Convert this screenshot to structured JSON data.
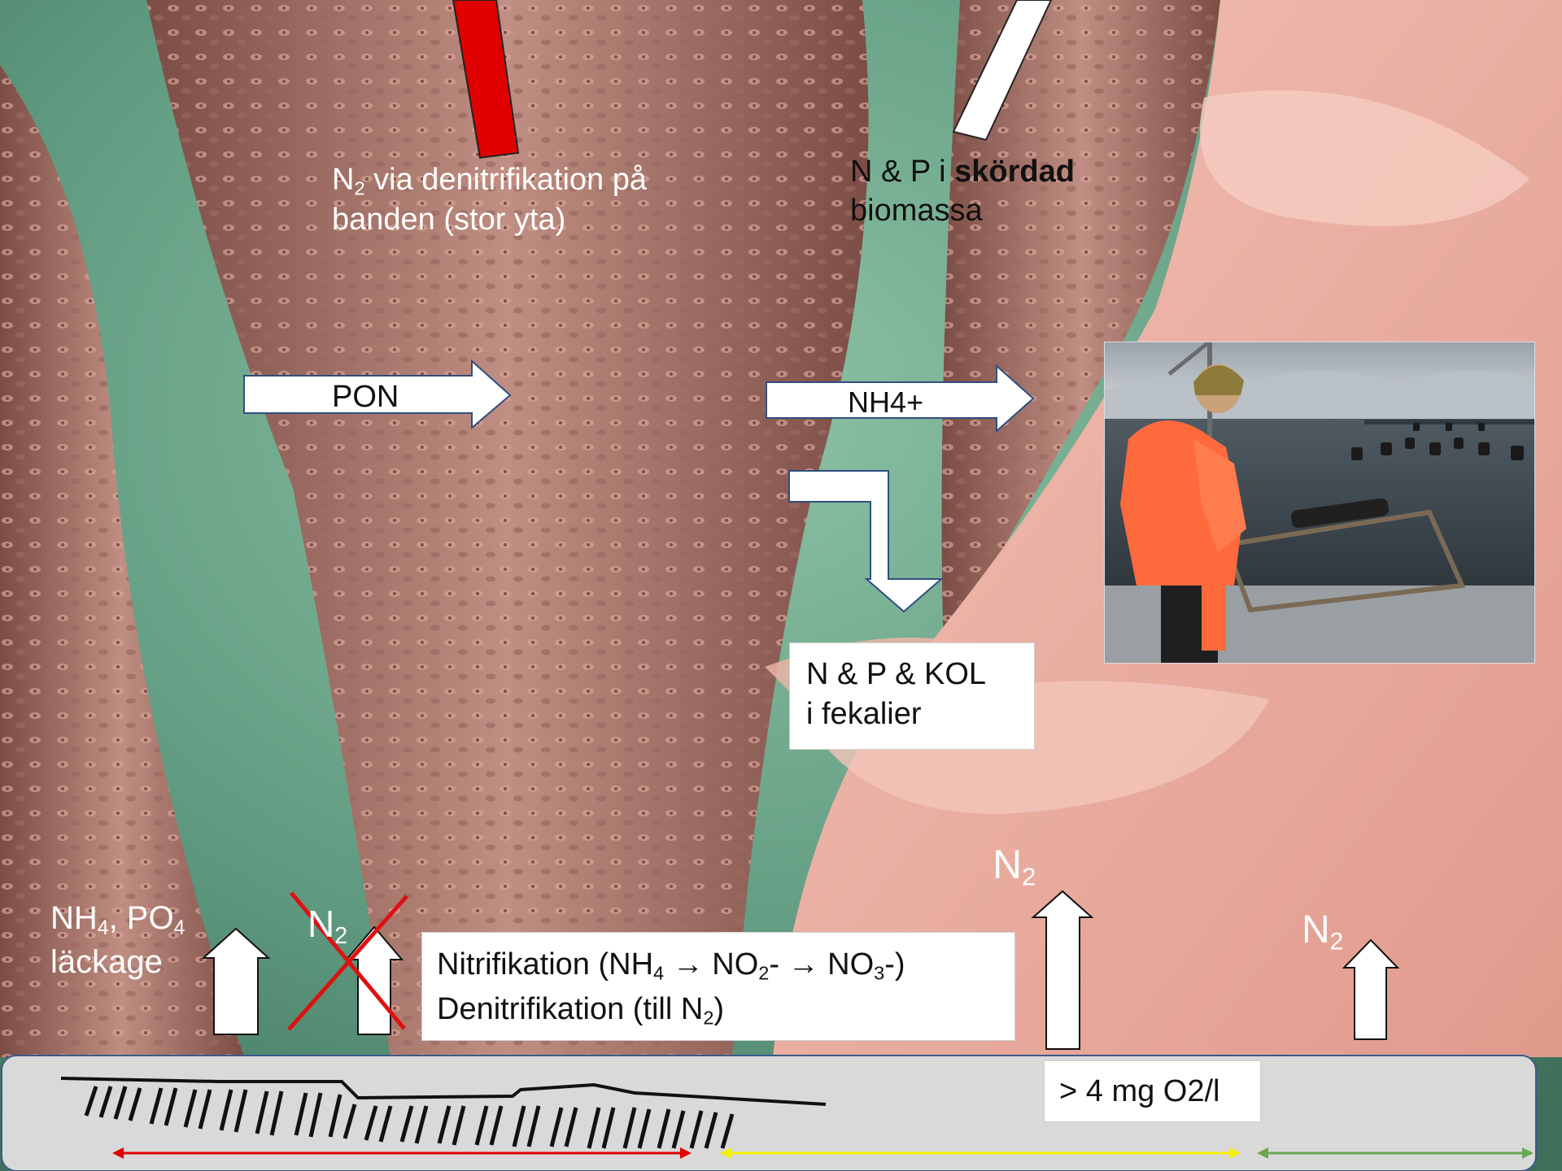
{
  "labels": {
    "n2_top_main": "N",
    "n2_top_sub": "2",
    "n2_top_rest": " via denitrifikation på",
    "n2_top_line2": "banden (stor yta)",
    "harvest_pre": "N & P i ",
    "harvest_bold": "skördad",
    "harvest_line2": "biomassa",
    "pon": "PON",
    "nh4plus": "NH4+",
    "feces_line1": "N & P & KOL",
    "feces_line2": "i fekalier",
    "leak_nh": "NH",
    "leak_sub4a": "4",
    "leak_mid": ", PO",
    "leak_sub4b": "4",
    "leak_line2": "läckage",
    "n2_crossed_main": "N",
    "n2_crossed_sub": "2",
    "nitri_pre": "Nitrifikation (NH",
    "nitri_sub4": "4",
    "nitri_arrow1": " → NO",
    "nitri_sub2": "2",
    "nitri_arrow2": "- → NO",
    "nitri_sub3": "3",
    "nitri_end": "-)",
    "denitri_pre": "Denitrifikation (till N",
    "denitri_sub2": "2",
    "denitri_end": ")",
    "n2_mid_main": "N",
    "n2_mid_sub": "2",
    "n2_right_main": "N",
    "n2_right_sub": "2",
    "oxygen": "> 4 mg O2/l"
  },
  "colors": {
    "water": "#5f9a80",
    "mussel_rope": "#b48478",
    "mussel_light": "#e8b0a4",
    "arrow_red": "#e00000",
    "arrow_white": "#ffffff",
    "cross_red": "#e01010",
    "bar_red": "#e00000",
    "bar_yellow": "#f2f200",
    "bar_green": "#6aa84f",
    "seabed": "#d9d9d9",
    "jacket": "#ff6a3d"
  },
  "icons": {
    "main_arrows": "block-arrow-icon",
    "seabed_strokes": "sediment-hatch-icon",
    "photo": "researcher-on-boat-photo"
  }
}
